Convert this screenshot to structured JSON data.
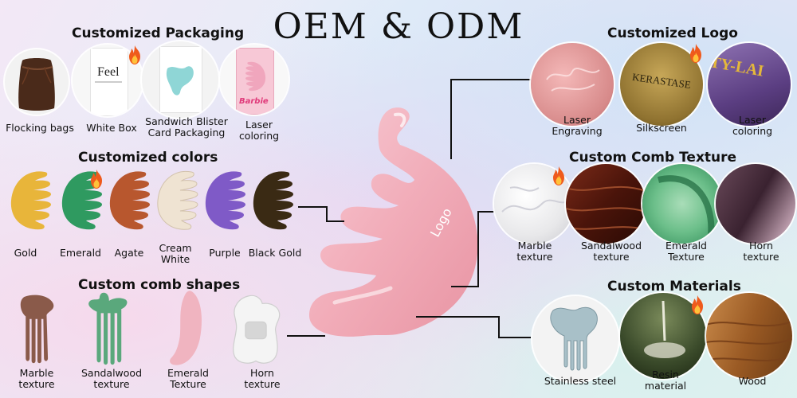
{
  "title": "OEM & ODM",
  "center_logo_text": "Logo",
  "packaging": {
    "title": "Customized Packaging",
    "items": [
      {
        "label": "Flocking bags"
      },
      {
        "label": "White Box",
        "box_text": "Feel"
      },
      {
        "label": "Sandwich Blister\nCard Packaging"
      },
      {
        "label": "Laser\ncoloring",
        "box_text": "Barbie"
      }
    ]
  },
  "colors": {
    "title": "Customized colors",
    "items": [
      {
        "label": "Gold",
        "hex": "#e8b53a"
      },
      {
        "label": "Emerald",
        "hex": "#2f9a60"
      },
      {
        "label": "Agate",
        "hex": "#b8572e"
      },
      {
        "label": "Cream\nWhite",
        "hex": "#efe3d2"
      },
      {
        "label": "Purple",
        "hex": "#7f5ac7"
      },
      {
        "label": "Black Gold",
        "hex": "#3a2a14"
      }
    ]
  },
  "shapes": {
    "title": "Custom comb shapes",
    "items": [
      {
        "label": "Marble\ntexture",
        "hex": "#8a5a4a"
      },
      {
        "label": "Sandalwood\ntexture",
        "hex": "#5aa87c"
      },
      {
        "label": "Emerald\nTexture",
        "hex": "#f0b4c0"
      },
      {
        "label": "Horn\ntexture",
        "hex": "#f4f4f4"
      }
    ]
  },
  "logo_options": {
    "title": "Customized Logo",
    "items": [
      {
        "label": "Laser\nEngraving"
      },
      {
        "label": "Silkscreen",
        "brand_text": "KERASTASE"
      },
      {
        "label": "Laser\ncoloring",
        "brand_text": "TY-LAI"
      }
    ]
  },
  "textures": {
    "title": "Custom Comb Texture",
    "items": [
      {
        "label": "Marble\ntexture"
      },
      {
        "label": "Sandalwood\ntexture"
      },
      {
        "label": "Emerald\nTexture"
      },
      {
        "label": "Horn\ntexture"
      }
    ]
  },
  "materials": {
    "title": "Custom Materials",
    "items": [
      {
        "label": "Stainless steel"
      },
      {
        "label": "Resin\nmaterial"
      },
      {
        "label": "Wood"
      }
    ]
  }
}
